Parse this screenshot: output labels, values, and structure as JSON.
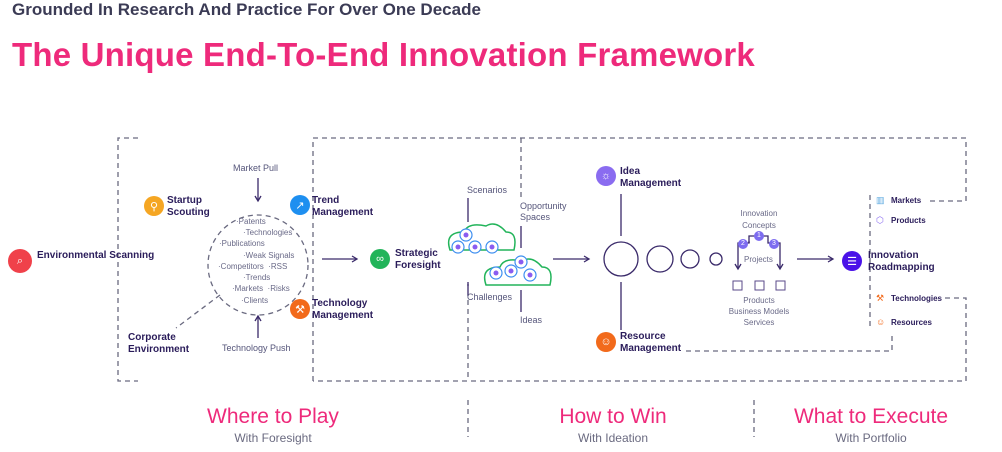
{
  "header": {
    "subtitle": "Grounded In Research And Practice For Over One Decade",
    "title": "The Unique End-To-End Innovation Framework"
  },
  "left": {
    "environmental_scanning": "Environmental Scanning",
    "startup_scouting": "Startup Scouting",
    "trend_management": "Trend Management",
    "technology_management": "Technology Management",
    "corporate_environment": "Corporate Environment",
    "market_pull": "Market Pull",
    "technology_push": "Technology Push",
    "circle_items": [
      "·Patents",
      "·Technologies",
      "·Publications",
      "·Weak Signals",
      "·Competitors  ·RSS",
      "·Trends",
      "·Markets  ·Risks",
      "·Clients"
    ]
  },
  "middle": {
    "strategic_foresight": "Strategic Foresight",
    "scenarios": "Scenarios",
    "challenges": "Challenges",
    "opportunity_spaces": "Opportunity Spaces",
    "ideas": "Ideas",
    "idea_management": "Idea Management",
    "resource_management": "Resource Management",
    "innovation_concepts": "Innovation Concepts",
    "projects": "Projects",
    "steps": [
      "1",
      "2",
      "3"
    ],
    "outputs": [
      "Products",
      "Business Models",
      "Services"
    ]
  },
  "right": {
    "innovation_roadmapping": "Innovation Roadmapping",
    "markets": "Markets",
    "products": "Products",
    "technologies": "Technologies",
    "resources": "Resources"
  },
  "sections": [
    {
      "title": "Where to Play",
      "subtitle": "With Foresight"
    },
    {
      "title": "How to Win",
      "subtitle": "With Ideation"
    },
    {
      "title": "What to Execute",
      "subtitle": "With Portfolio"
    }
  ],
  "colors": {
    "accent": "#ee2a7b",
    "navy": "#2a1c5a",
    "red": "#f0414a",
    "orange": "#f5a623",
    "blue": "#1e8ff0",
    "orangered": "#f26a1b",
    "green": "#22b45a",
    "purple": "#8a6cf0",
    "indigo": "#4a12e8"
  }
}
